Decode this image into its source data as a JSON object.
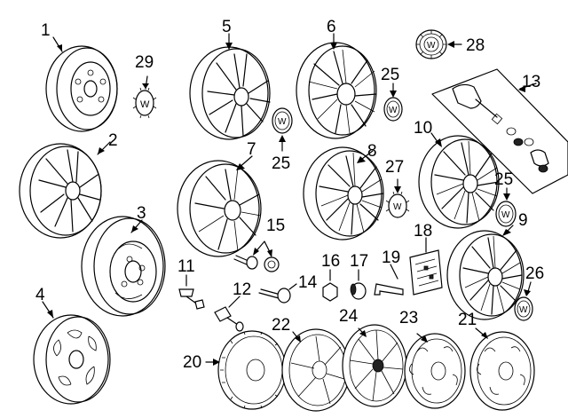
{
  "callouts": {
    "c1": "1",
    "c2": "2",
    "c3": "3",
    "c4": "4",
    "c5": "5",
    "c6": "6",
    "c7": "7",
    "c8": "8",
    "c9": "9",
    "c10": "10",
    "c11": "11",
    "c12": "12",
    "c13": "13",
    "c14": "14",
    "c15": "15",
    "c16": "16",
    "c17": "17",
    "c18": "18",
    "c19": "19",
    "c20": "20",
    "c21": "21",
    "c22": "22",
    "c23": "23",
    "c24": "24",
    "c25a": "25",
    "c25b": "25",
    "c25c": "25",
    "c26": "26",
    "c27": "27",
    "c28": "28",
    "c29": "29"
  },
  "icons": {
    "steel_wheel": "steel-wheel-icon",
    "alloy_wheel": "alloy-wheel-icon",
    "wheel_cover": "wheel-cover-icon",
    "center_cap": "center-cap-icon",
    "lug_bolt": "lug-bolt-icon",
    "lug_nut_cap": "lug-nut-cap-icon",
    "tpms_sensor": "tire-pressure-sensor-icon",
    "valve_stem": "valve-stem-icon",
    "lock_kit": "wheel-lock-kit-icon",
    "tool": "removal-tool-icon",
    "emblem": "emblem-icon"
  }
}
